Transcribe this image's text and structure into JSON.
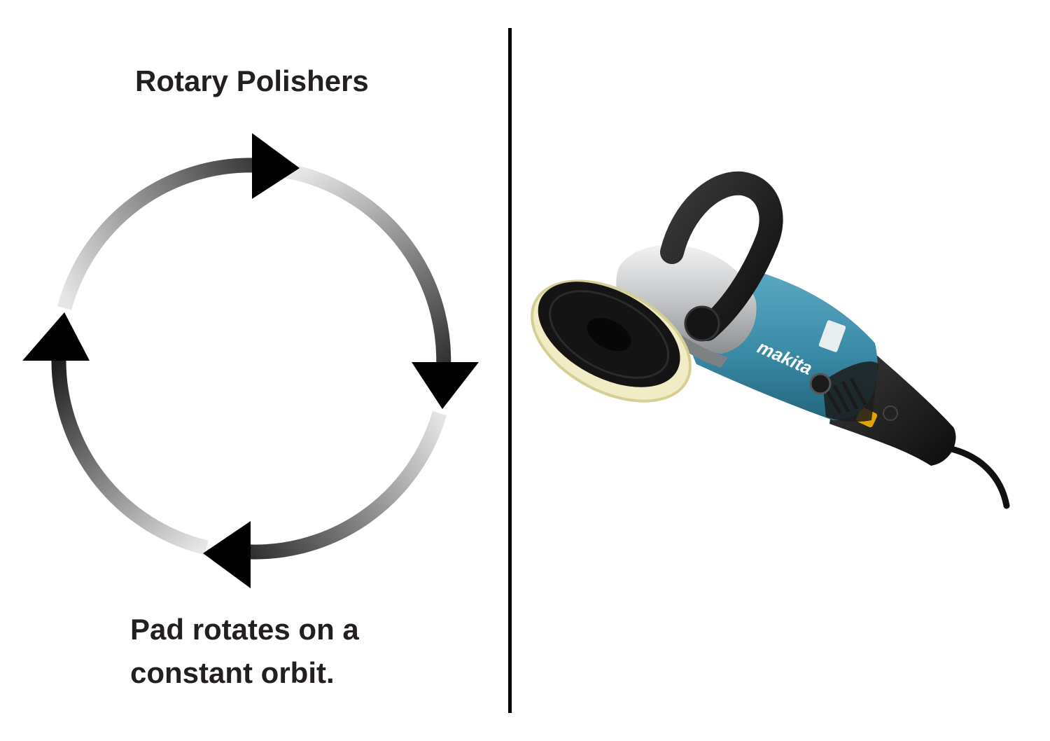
{
  "title": "Rotary Polishers",
  "caption": {
    "line1": "Pad rotates on a",
    "line2": "constant orbit."
  },
  "polisher": {
    "brand": "makita",
    "body_color": "#3a8aa6",
    "pad_color": "#f1ecc6"
  },
  "colors": {
    "text": "#231f20",
    "arrow": "#000000"
  }
}
